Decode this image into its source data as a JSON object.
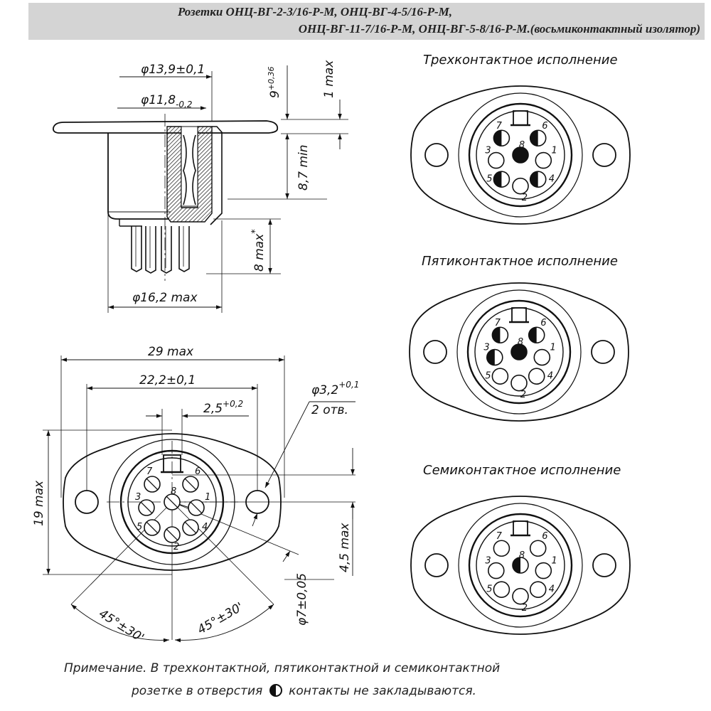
{
  "header": {
    "line1": "Розетки ОНЦ-ВГ-2-3/16-Р-М, ОНЦ-ВГ-4-5/16-Р-М,",
    "line2": "ОНЦ-ВГ-11-7/16-Р-М, ОНЦ-ВГ-5-8/16-Р-М.(восьмиконтактный изолятор)"
  },
  "side_view": {
    "dim_outer": "φ13,9±0,1",
    "dim_inner_base": "φ11,8",
    "dim_inner_tol": "-0,2",
    "dim_height_base": "9",
    "dim_height_tol": "+0,36",
    "dim_flange": "1 max",
    "dim_depth": "8,7 min",
    "dim_pins": "8 max",
    "dim_pins_star": "*",
    "dim_body": "φ16,2 max"
  },
  "front_view": {
    "dim_width": "29 max",
    "dim_holes": "22,2±0,1",
    "dim_key_base": "2,5",
    "dim_key_tol": "+0,2",
    "dim_hole_dia_base": "φ3,2",
    "dim_hole_dia_tol": "+0,1",
    "dim_hole_count": "2 отв.",
    "dim_height": "19 max",
    "dim_offset": "4,5 max",
    "dim_circle": "φ7±0,05",
    "angle_left": "45°±30'",
    "angle_right": "45°±30'",
    "pin_labels": [
      "1",
      "2",
      "3",
      "4",
      "5",
      "6",
      "7",
      "8"
    ]
  },
  "variants": [
    {
      "title": "Трехконтактное исполнение",
      "pins": {
        "1": "open",
        "2": "open",
        "3": "open",
        "4": "half",
        "5": "half",
        "6": "half",
        "7": "half",
        "8": "filled"
      }
    },
    {
      "title": "Пятиконтактное исполнение",
      "pins": {
        "1": "open",
        "2": "open",
        "3": "half",
        "4": "open",
        "5": "open",
        "6": "half",
        "7": "half",
        "8": "filled"
      }
    },
    {
      "title": "Семиконтактное исполнение",
      "pins": {
        "1": "open",
        "2": "open",
        "3": "open",
        "4": "open",
        "5": "open",
        "6": "open",
        "7": "open",
        "8": "half"
      }
    }
  ],
  "note": {
    "line1": "Примечание. В трехконтактной, пятиконтактной и семиконтактной",
    "line2_before": "розетке в отверстия",
    "icon": "half-filled-circle-icon",
    "line2_after": "контакты не закладываются."
  }
}
